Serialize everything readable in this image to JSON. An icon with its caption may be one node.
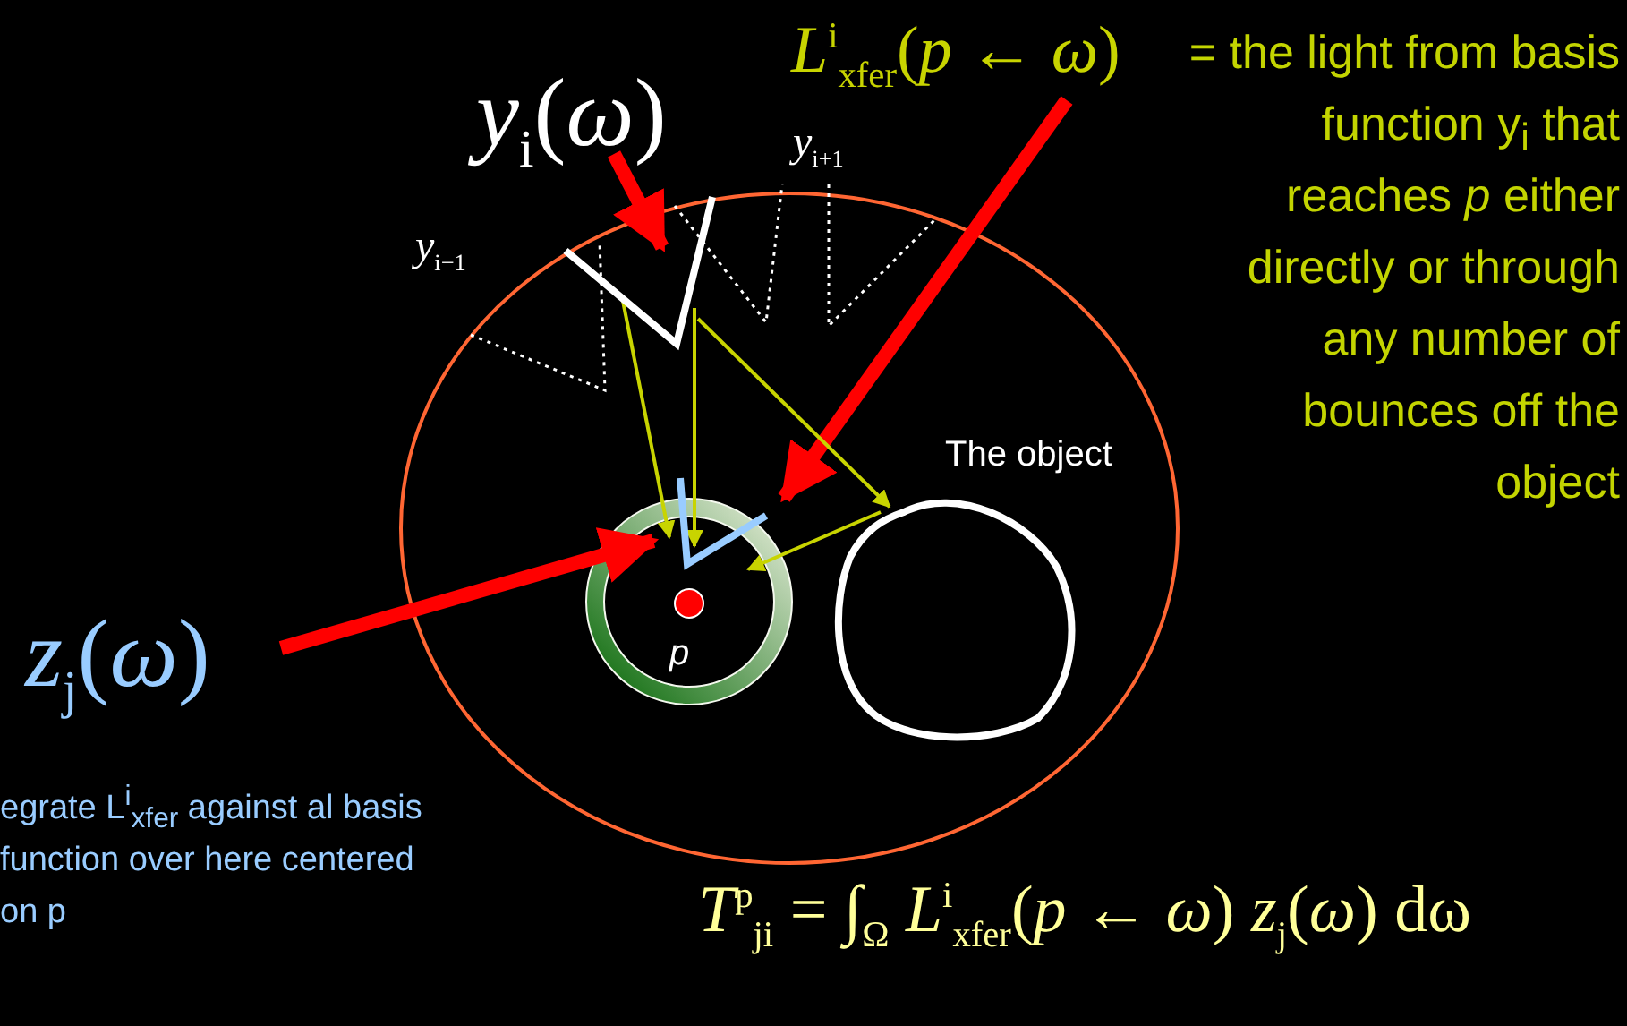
{
  "diagram": {
    "nodes": [
      {
        "text": [
          "*y*$_{i}$(*ω*)"
        ]
      },
      {
        "text": [],
        "shape": "picture"
      },
      {
        "text": [
          "*L*$^{i}$$_{xfer}$(*p* ← *ω*)"
        ]
      },
      {
        "text": [],
        "shape": "picture"
      },
      {
        "text": [],
        "shape": "picture",
        "beside": [
          "The object"
        ]
      },
      {
        "text": [
          "*z*$_{j}$(*ω*)"
        ]
      }
    ],
    "edges": [
      {
        "from": 0,
        "to": 1,
        "arrow": "to",
        "style": "thick",
        "color": "#ff0000"
      },
      {
        "from": 2,
        "to": 3,
        "arrow": "to",
        "style": "thick",
        "color": "#ff0000"
      },
      {
        "from": 5,
        "to": 3,
        "arrow": "to",
        "style": "thick",
        "color": "#ff0000"
      },
      {
        "from": 1,
        "to": 3,
        "arrow": "to"
      },
      {
        "from": 1,
        "to": 3,
        "arrow": "to"
      },
      {
        "from": 1,
        "to": 4,
        "arrow": "to"
      },
      {
        "from": 4,
        "to": 3,
        "arrow": "to"
      }
    ],
    "labels": [
      "*y*$_{i+1}$",
      "*y*$_{i−1}$",
      "= the light from basis function y$_{i}$ that reaches *p* either directly or through any number of bounces off the object",
      "p",
      "egrate L$^{i}$$_{xfer}$ against al basis function over here centered on p",
      "*T*$^{p}$$_{ji}$ = ∫$_{Ω}$ *L*$^{i}$$_{xfer}$(*p* ← *ω*) *z*$_{j}$(*ω*) dω"
    ]
  }
}
